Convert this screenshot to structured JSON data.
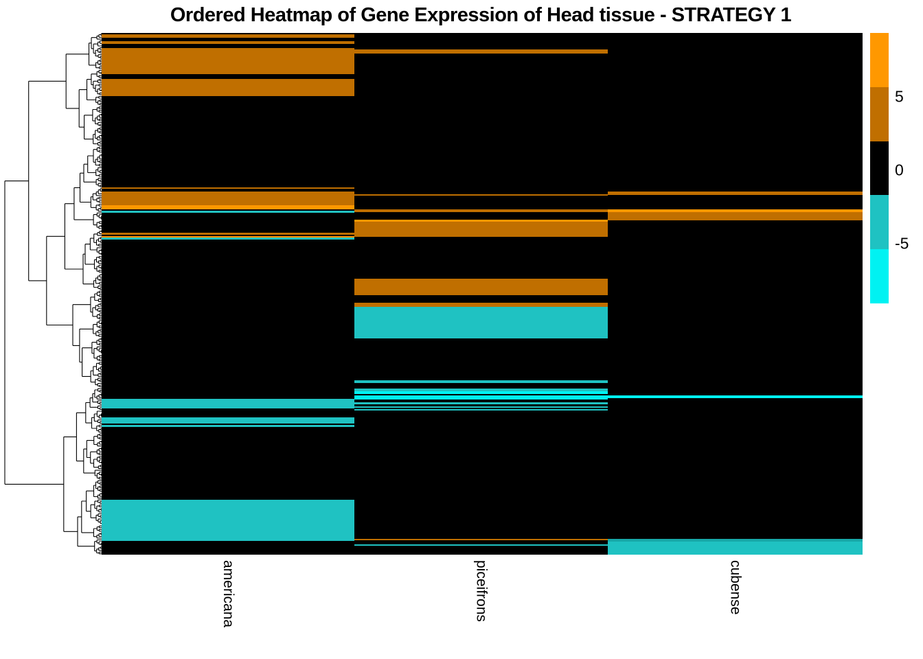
{
  "title": "Ordered Heatmap of Gene Expression of Head tissue - STRATEGY 1",
  "palette": {
    "orange": "#FF9800",
    "dkorange": "#C06F00",
    "black": "#000000",
    "teal": "#1FC2C2",
    "tealdark": "#17A9A9",
    "cyan": "#00F2F2"
  },
  "chart_data": {
    "type": "heatmap",
    "title": "Ordered Heatmap of Gene Expression of Head tissue - STRATEGY 1",
    "columns": [
      "americana",
      "piceifrons",
      "cubense"
    ],
    "rows_label": "genes (hierarchically clustered, unlabeled)",
    "legend": {
      "ticks": [
        "5",
        "0",
        "-5"
      ],
      "tick_values": [
        5,
        0,
        -5
      ],
      "value_range": [
        -9,
        9
      ],
      "block_colors": [
        "orange",
        "dkorange",
        "black",
        "teal",
        "cyan"
      ],
      "block_value_breaks": [
        9,
        5.5,
        2,
        -2,
        -5.5,
        -9
      ]
    },
    "band_unit": "pixels from heatmap top, total height 760",
    "bands": {
      "americana": [
        [
          0,
          2,
          "black"
        ],
        [
          2,
          7,
          "dkorange"
        ],
        [
          7,
          12,
          "black"
        ],
        [
          12,
          16,
          "dkorange"
        ],
        [
          16,
          22,
          "black"
        ],
        [
          22,
          60,
          "dkorange"
        ],
        [
          60,
          67,
          "black"
        ],
        [
          67,
          92,
          "dkorange"
        ],
        [
          92,
          225,
          "black"
        ],
        [
          225,
          227,
          "dkorange"
        ],
        [
          227,
          231,
          "black"
        ],
        [
          231,
          251,
          "dkorange"
        ],
        [
          251,
          257,
          "orange"
        ],
        [
          257,
          259,
          "black"
        ],
        [
          259,
          262,
          "teal"
        ],
        [
          262,
          291,
          "black"
        ],
        [
          291,
          294,
          "dkorange"
        ],
        [
          294,
          296,
          "black"
        ],
        [
          296,
          298,
          "orange"
        ],
        [
          298,
          301,
          "teal"
        ],
        [
          301,
          533,
          "black"
        ],
        [
          533,
          547,
          "teal"
        ],
        [
          547,
          560,
          "black"
        ],
        [
          560,
          569,
          "teal"
        ],
        [
          569,
          571,
          "black"
        ],
        [
          571,
          574,
          "teal"
        ],
        [
          574,
          680,
          "black"
        ],
        [
          680,
          740,
          "teal"
        ],
        [
          740,
          760,
          "black"
        ]
      ],
      "piceifrons": [
        [
          0,
          24,
          "black"
        ],
        [
          24,
          30,
          "dkorange"
        ],
        [
          30,
          235,
          "black"
        ],
        [
          235,
          237,
          "dkorange"
        ],
        [
          237,
          257,
          "black"
        ],
        [
          257,
          261,
          "dkorange"
        ],
        [
          261,
          272,
          "black"
        ],
        [
          272,
          275,
          "orange"
        ],
        [
          275,
          297,
          "dkorange"
        ],
        [
          297,
          358,
          "black"
        ],
        [
          358,
          382,
          "dkorange"
        ],
        [
          382,
          393,
          "black"
        ],
        [
          393,
          399,
          "dkorange"
        ],
        [
          399,
          445,
          "teal"
        ],
        [
          445,
          506,
          "black"
        ],
        [
          506,
          510,
          "teal"
        ],
        [
          510,
          518,
          "black"
        ],
        [
          518,
          522,
          "teal"
        ],
        [
          522,
          526,
          "cyan"
        ],
        [
          526,
          528,
          "black"
        ],
        [
          528,
          534,
          "cyan"
        ],
        [
          534,
          538,
          "black"
        ],
        [
          538,
          541,
          "teal"
        ],
        [
          541,
          544,
          "black"
        ],
        [
          544,
          546,
          "teal"
        ],
        [
          546,
          548,
          "black"
        ],
        [
          548,
          550,
          "teal"
        ],
        [
          550,
          737,
          "black"
        ],
        [
          737,
          739,
          "dkorange"
        ],
        [
          739,
          745,
          "black"
        ],
        [
          745,
          747,
          "teal"
        ],
        [
          747,
          760,
          "black"
        ]
      ],
      "cubense": [
        [
          0,
          231,
          "black"
        ],
        [
          231,
          236,
          "dkorange"
        ],
        [
          236,
          257,
          "black"
        ],
        [
          257,
          261,
          "orange"
        ],
        [
          261,
          273,
          "dkorange"
        ],
        [
          273,
          528,
          "black"
        ],
        [
          528,
          532,
          "cyan"
        ],
        [
          532,
          737,
          "black"
        ],
        [
          737,
          741,
          "tealdark"
        ],
        [
          741,
          760,
          "teal"
        ]
      ]
    },
    "column_pixel_edges": [
      0,
      368,
      737,
      1108
    ],
    "dendrogram": {
      "side": "left",
      "leaf_count": 300,
      "seed": 9,
      "root_split": 0.68
    }
  }
}
